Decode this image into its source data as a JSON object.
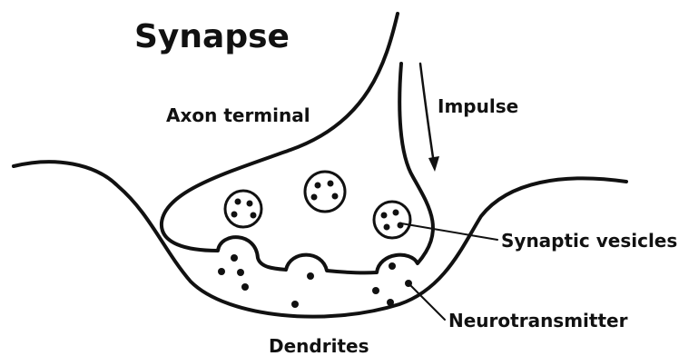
{
  "title": "Synapse",
  "labels": {
    "axon_terminal": "Axon terminal",
    "impulse": "Impulse",
    "synaptic_vesicles": "Synaptic vesicles",
    "neurotransmitter": "Neurotransmitter",
    "dendrites": "Dendrites"
  },
  "colors": {
    "ink": "#111111",
    "background": "#ffffff"
  }
}
